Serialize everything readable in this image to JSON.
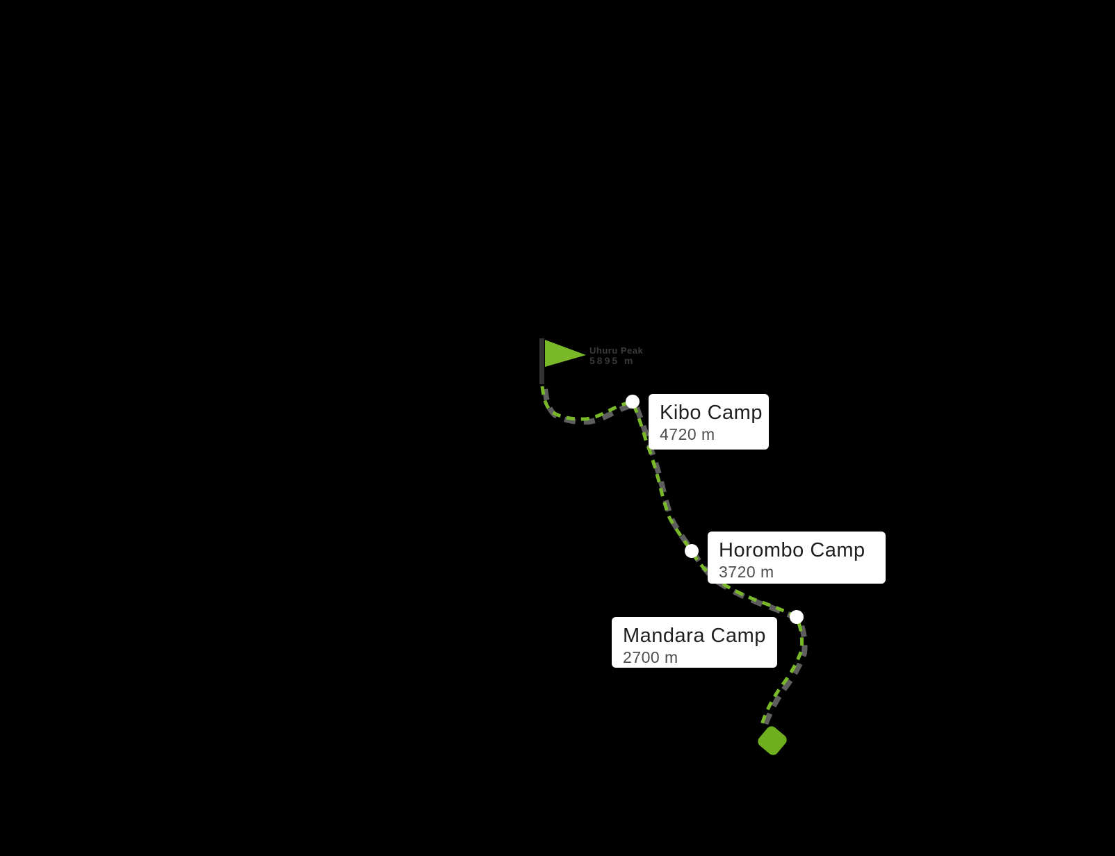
{
  "map": {
    "background_color": "#000000",
    "route_color": "#79b829",
    "route_shadow_color": "#6e6e6e",
    "summit": {
      "name": "Uhuru Peak",
      "altitude": "5895 m",
      "flag_icon_color": "#79b829",
      "text_color": "#3a3a3a"
    },
    "waypoints": [
      {
        "name": "Kibo Camp",
        "altitude": "4720 m"
      },
      {
        "name": "Horombo Camp",
        "altitude": "3720 m"
      },
      {
        "name": "Mandara Camp",
        "altitude": "2700 m"
      }
    ],
    "trailhead": {
      "marker_color": "#6fae1e"
    }
  }
}
